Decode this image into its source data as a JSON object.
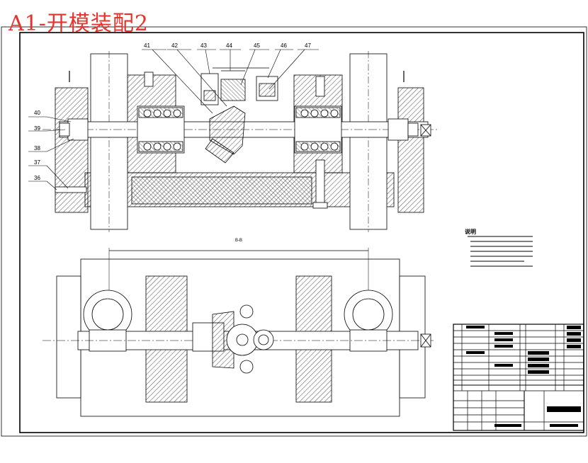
{
  "title": "A1-开模装配2",
  "callouts": [
    {
      "id": "41",
      "label": "41"
    },
    {
      "id": "42",
      "label": "42"
    },
    {
      "id": "43",
      "label": "43"
    },
    {
      "id": "44",
      "label": "44"
    },
    {
      "id": "45",
      "label": "45"
    },
    {
      "id": "46",
      "label": "46"
    },
    {
      "id": "47",
      "label": "47"
    },
    {
      "id": "40",
      "label": "40"
    },
    {
      "id": "39",
      "label": "39"
    },
    {
      "id": "38",
      "label": "38"
    },
    {
      "id": "37",
      "label": "37"
    },
    {
      "id": "36",
      "label": "36"
    }
  ],
  "notes_heading": "说明",
  "section_label": "B-B",
  "colors": {
    "line": "#000000",
    "title_stamp": "#e8322c",
    "background": "#ffffff"
  }
}
